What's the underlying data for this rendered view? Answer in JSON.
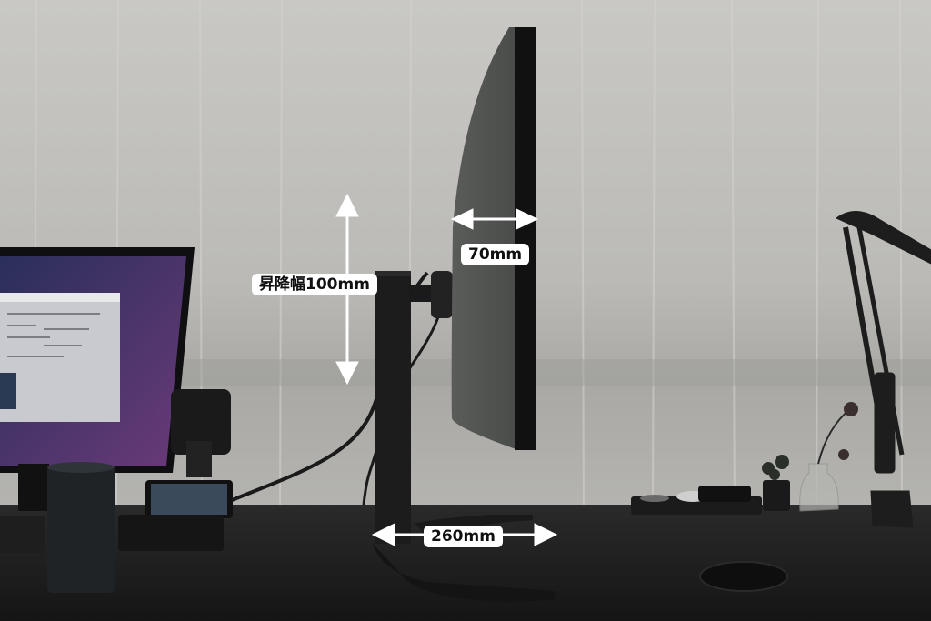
{
  "annotations": {
    "height_adjust": "昇降幅100mm",
    "monitor_depth": "70mm",
    "stand_width": "260mm"
  },
  "colors": {
    "curtain": "#bdbcb8",
    "desk": "#1c1c1c",
    "arrow": "#ffffff",
    "label_bg": "#ffffff",
    "label_text": "#111111"
  }
}
